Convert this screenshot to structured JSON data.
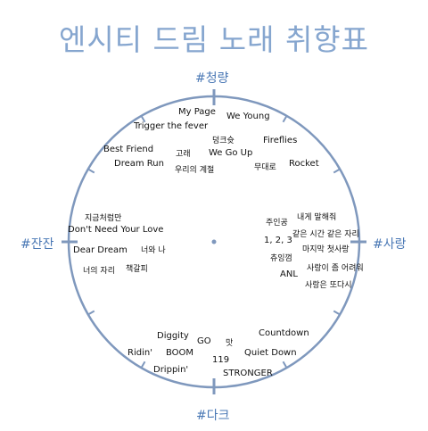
{
  "title": "엔시티 드림 노래 취향표",
  "axes": {
    "top": "#청량",
    "bottom": "#다크",
    "left": "#잔잔",
    "right": "#사랑"
  },
  "colors": {
    "circle": "#7f98bd",
    "title": "#86a6cf",
    "axis_label": "#4a78b5"
  },
  "songs": [
    "My Page",
    "We Young",
    "Trigger the fever",
    "덩크슛",
    "Fireflies",
    "Best Friend",
    "고래",
    "We Go Up",
    "Dream Run",
    "무대로",
    "Rocket",
    "우리의 계절",
    "지금처럼만",
    "Don't Need Your Love",
    "Dear Dream",
    "너와 나",
    "너의 자리",
    "책갈피",
    "주인공",
    "내게 말해줘",
    "같은 시간 같은 자리",
    "1, 2, 3",
    "마지막 첫사랑",
    "츄잉껌",
    "사랑이 좀 어려워",
    "ANL",
    "사랑은 또다시",
    "Diggity",
    "GO",
    "맛",
    "Countdown",
    "Ridin'",
    "BOOM",
    "Quiet Down",
    "119",
    "Drippin'",
    "STRONGER"
  ]
}
